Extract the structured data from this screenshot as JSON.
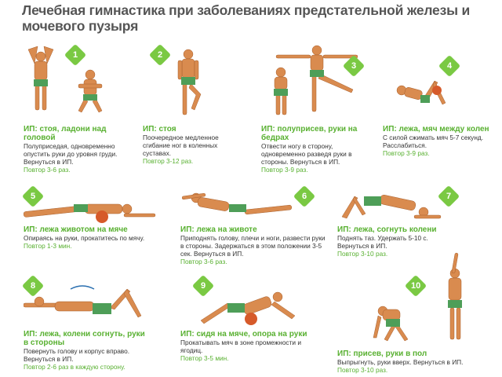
{
  "title": "Лечебная гимнастика при заболеваниях предстательной железы и мочевого пузыря",
  "colors": {
    "accent": "#7ac943",
    "skin": "#d98b4f",
    "shorts": "#4e9e58",
    "title": "#555555"
  },
  "exercises": [
    {
      "num": "1",
      "ip": "ИП: стоя, ладони над головой",
      "text": "Полуприседая, одновременно опустить руки до уровня груди. Вернуться в ИП.",
      "repeat": "Повтор 3-6 раз."
    },
    {
      "num": "2",
      "ip": "ИП: стоя",
      "text": "Поочередное медленное сгибание ног в коленных суставах.",
      "repeat": "Повтор 3-12 раз."
    },
    {
      "num": "3",
      "ip": "ИП: полуприсев, руки на бедрах",
      "text": "Отвести ногу в сторону, одновременно разведя руки в стороны. Вернуться в ИП.",
      "repeat": "Повтор 3-9 раз."
    },
    {
      "num": "4",
      "ip": "ИП: лежа, мяч между колен",
      "text": "С силой сжимать мяч 5-7 секунд. Расслабиться.",
      "repeat": "Повтор 3-9 раз."
    },
    {
      "num": "5",
      "ip": "ИП: лежа животом на мяче",
      "text": "Опираясь на руки, прокатитесь по мячу.",
      "repeat": "Повтор 1-3 мин."
    },
    {
      "num": "6",
      "ip": "ИП: лежа на животе",
      "text": "Приподнять голову, плечи и ноги, развести руки в стороны. Задержаться в этом положении 3-5 сек. Вернуться в ИП.",
      "repeat": "Повтор 3-6 раз."
    },
    {
      "num": "7",
      "ip": "ИП: лежа, согнуть колени",
      "text": "Поднять таз. Удержать 5-10 с. Вернуться в ИП.",
      "repeat": "Повтор 3-10 раз."
    },
    {
      "num": "8",
      "ip": "ИП: лежа, колени согнуть, руки в стороны",
      "text": "Повернуть голову и корпус вправо. Вернуться в ИП.",
      "repeat": "Повтор 2-6 раз в каждую сторону."
    },
    {
      "num": "9",
      "ip": "ИП: сидя на мяче, опора на руки",
      "text": "Прокатывать мяч в зоне промежности и ягодиц.",
      "repeat": "Повтор 3-5 мин."
    },
    {
      "num": "10",
      "ip": "ИП: присев, руки в пол",
      "text": "Выпрыгнуть, руки вверх. Вернуться в ИП.",
      "repeat": "Повтор 3-10 раз."
    }
  ]
}
